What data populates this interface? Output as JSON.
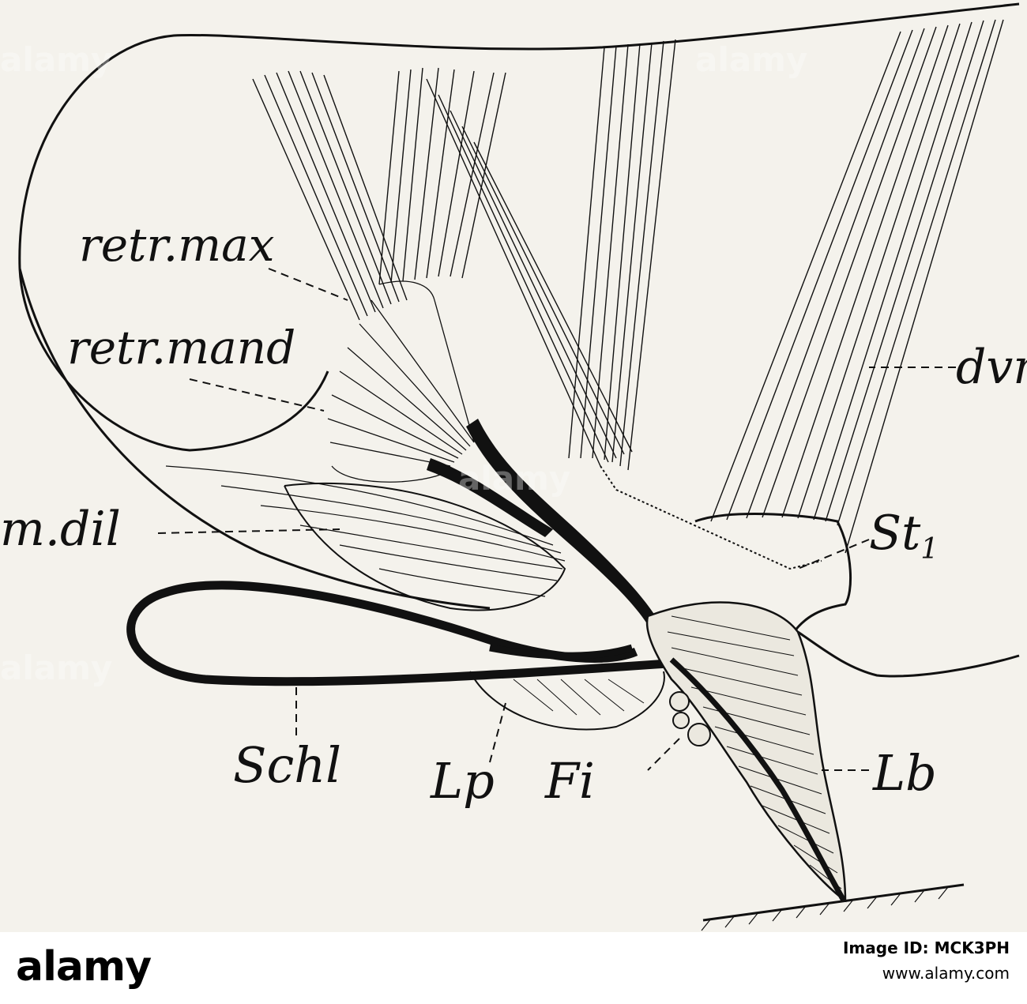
{
  "figure": {
    "labels": {
      "retr_max": "retr.max",
      "retr_mand": "retr.mand",
      "dvm": "dvm",
      "m_dil": "m.dil",
      "st1_base": "St",
      "st1_sub": "1",
      "schl": "Schl",
      "lp": "Lp",
      "fi": "Fi",
      "lb": "Lb"
    },
    "watermark_text": "alamy"
  },
  "footer": {
    "brand": "alamy",
    "image_id": "Image ID: MCK3PH",
    "site": "www.alamy.com"
  }
}
